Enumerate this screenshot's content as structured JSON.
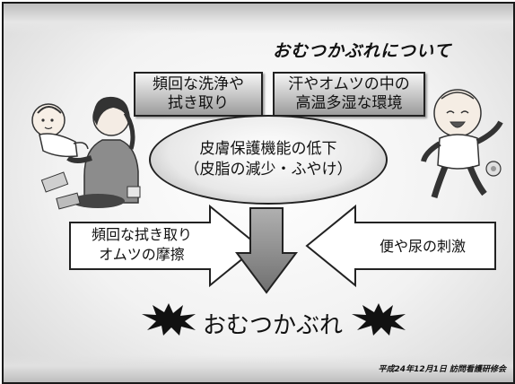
{
  "title": "おむつかぶれについて",
  "cause_boxes": {
    "left": {
      "line1": "頻回な洗浄や",
      "line2": "拭き取り"
    },
    "right": {
      "line1": "汗やオムツの中の",
      "line2": "高温多湿な環境"
    }
  },
  "center": {
    "line1": "皮膚保護機能の低下",
    "line2": "（皮脂の減少・ふやけ）"
  },
  "left_arrow": {
    "line1": "頻回な拭き取り",
    "line2": "オムツの摩擦"
  },
  "right_arrow": {
    "line1": "便や尿の刺激"
  },
  "result": "おむつかぶれ",
  "footer": "平成24年12月1日  訪問看護研修会",
  "colors": {
    "border": "#222222",
    "arrow_down": "#8a8a8a",
    "box_top": "#f5f5f5",
    "box_bottom": "#9c9c9c"
  }
}
